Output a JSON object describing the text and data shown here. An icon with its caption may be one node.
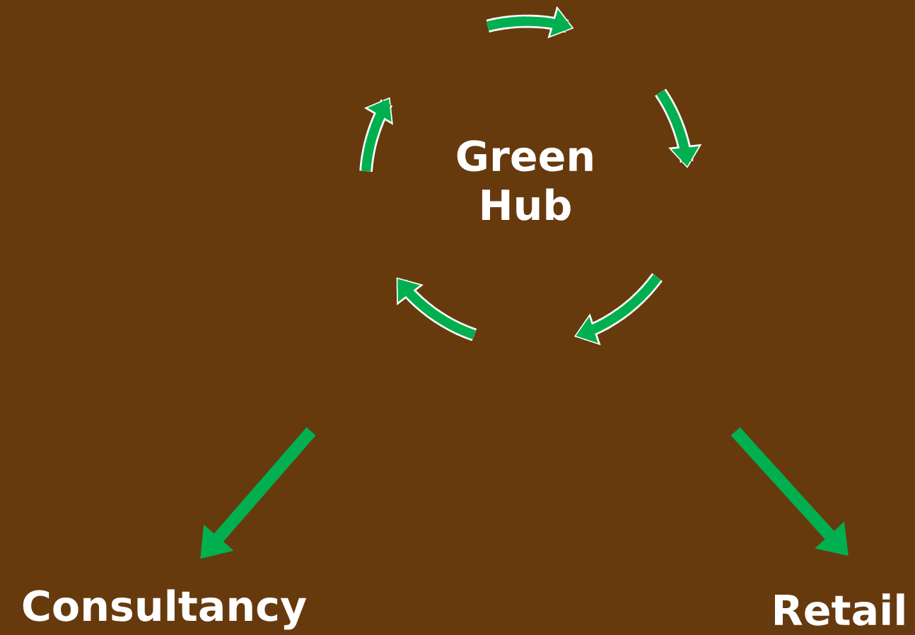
{
  "diagram": {
    "nodes": [
      {
        "text": [
          "Green Hub"
        ]
      },
      {
        "text": [
          "Consultancy"
        ]
      },
      {
        "text": [
          "Retail"
        ]
      }
    ],
    "edges": [
      {
        "from": null,
        "to": 1,
        "arrow": "to"
      },
      {
        "from": null,
        "to": 2,
        "arrow": "to"
      }
    ]
  }
}
